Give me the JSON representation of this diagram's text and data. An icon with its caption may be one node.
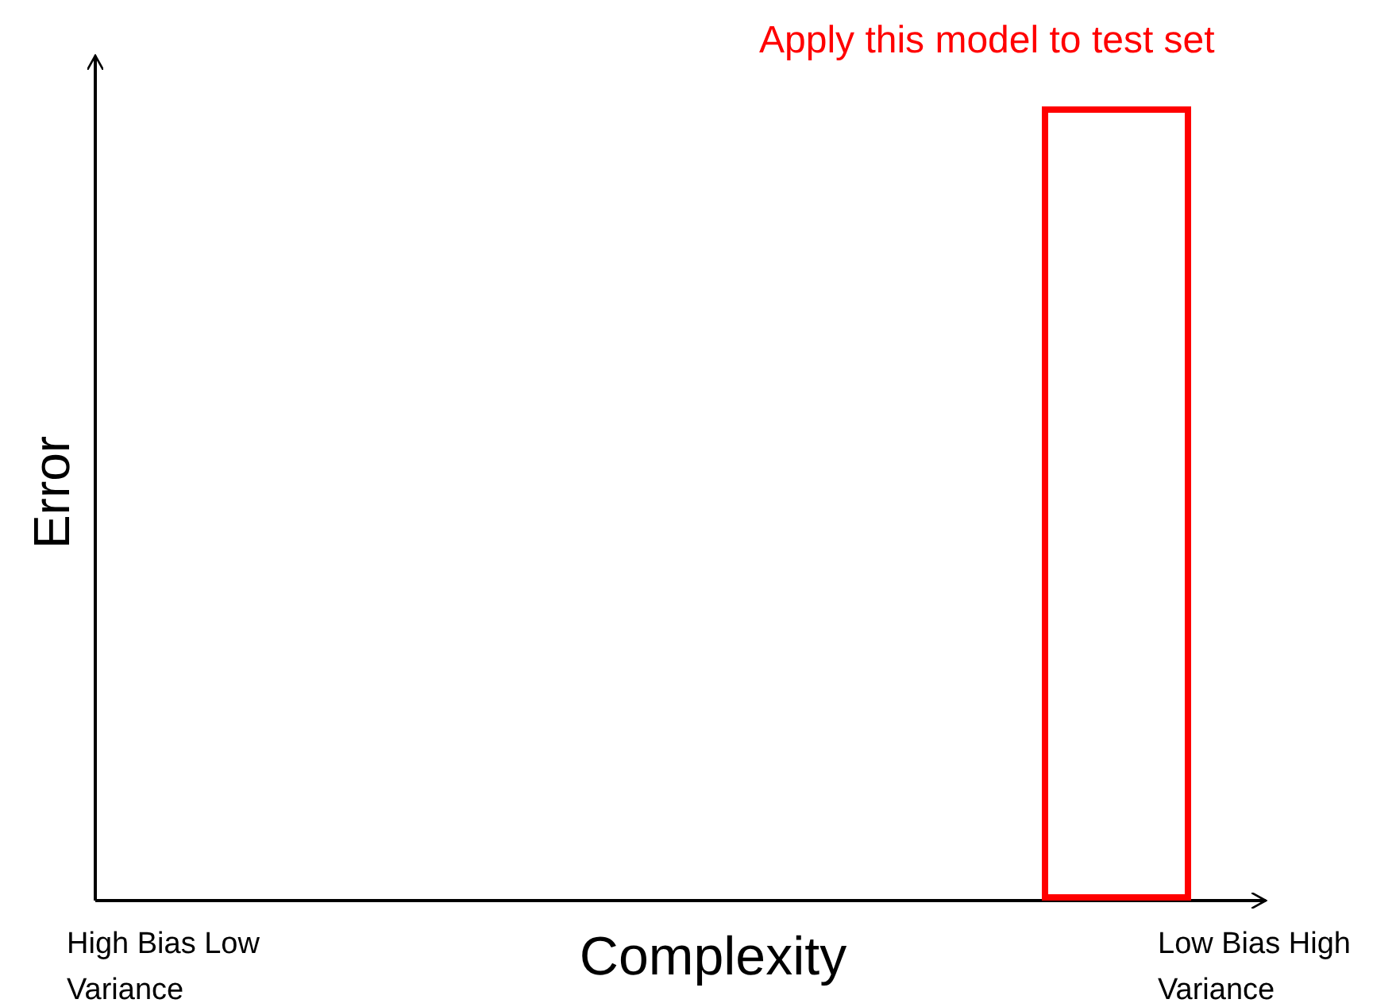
{
  "diagram": {
    "nodes": [
      {
        "text": [
          "Apply this model to test set"
        ]
      }
    ],
    "edges": [],
    "labels": [
      "Error",
      "High Bias Low Variance",
      "Complexity",
      "Low Bias High Variance"
    ]
  }
}
